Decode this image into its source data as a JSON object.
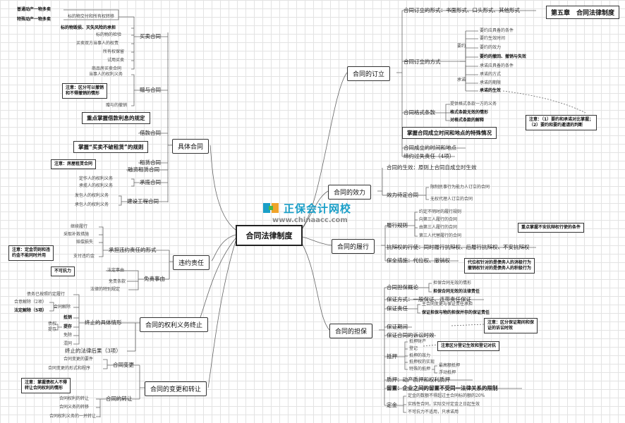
{
  "title": "第五章　合同法律制度",
  "center": "合同法律制度",
  "logo": {
    "text": "正保会计网校",
    "url": "www.chinaacc.com"
  },
  "right": {
    "b1": {
      "label": "合同的订立",
      "c1": "合同订立的形式：书面形式、口头形式、其他形式",
      "c2": "合同订立的方式",
      "yaoyue": "要约",
      "yy": [
        "要约应具备的条件",
        "要约生效时间",
        "要约的效力",
        "要约的撤回、撤销与失效"
      ],
      "chengnuo": "承诺",
      "cn": [
        "承诺应具备的条件",
        "承诺的方式",
        "承诺的期限",
        "承诺的生效"
      ],
      "c3": "合同格式条款",
      "gs": [
        "提供格式条款一方的义务",
        "格式条款无效的情形",
        "对格式条款的解释"
      ],
      "note": [
        "注意：（1）要约和承诺对比掌握；",
        "（2）要约和要约邀请的判断"
      ],
      "box": "掌握合同成立时间和地点的特殊情况",
      "c4": "合同成立的时间和地点",
      "c5": "缔约过失责任（4项）"
    },
    "b2": {
      "label": "合同的效力",
      "c1": "合同的生效：原则上合同自成立时生效",
      "c2": "效力待定合同",
      "x": [
        "限制民事行为能力人订立的合同",
        "无权代理人订立的合同"
      ]
    },
    "b3": {
      "label": "合同的履行",
      "c1": "履行规则",
      "x": [
        "约定不明时的履行规则",
        "向第三人履行的合同",
        "由第三人履行的合同",
        "第三人代替履行的合同"
      ],
      "box1": "重点掌握不安抗辩权行使的条件",
      "c2": "抗辩权的行使：同时履行抗辩权、后履行抗辩权、不安抗辩权",
      "c3": "保全措施：代位权、撤销权",
      "box2": [
        "代位权针对的是债务人的消极行为",
        "撤销权针对的是债务人的积极行为"
      ]
    },
    "b4": {
      "label": "合同的担保",
      "c1": "合同担保概论",
      "g1": [
        "担保合同无效的情形",
        "担保合同无效的法律责任"
      ],
      "c2": "保证方式：一般保证、连带责任保证",
      "c3": "保证责任",
      "g3": [
        "主合同变更与保证责任承担",
        "保证担保与物的担保并存的保证责任"
      ],
      "c4": "保证期间",
      "box1": [
        "注意：区分保证期间和保",
        "证的诉讼时效"
      ],
      "c5": "保证合同的诉讼时效",
      "c6": "抵押",
      "dy": [
        "抵押财产",
        "登记",
        "抵押的效力",
        "抵押权的实现",
        "特殊的抵押"
      ],
      "box2": "注意区分登记生效和登记对抗",
      "ts": [
        "最高额抵押",
        "浮动抵押"
      ],
      "c7": "质押：动产质押和权利质押",
      "c8": "留置：企业之间的留置不受同一法律关系的限制",
      "c9": "定金",
      "dj": [
        "定金的数额不得超过主合同标的额的20%",
        "实践性合同，实际交付定金之日起生效",
        "不可抗力不适用，只承诺用"
      ]
    }
  },
  "left": {
    "b1": {
      "label": "具体合同",
      "top": [
        "普通动产一物多卖",
        "特殊动产一物多卖"
      ],
      "mm": [
        "标的物交付和所有权转移",
        "标的物毁损、灭失风险的承担",
        "标的物的检验",
        "买卖双方当事人的权责",
        "所有权保留",
        "试用买卖",
        "商品房买卖合同"
      ],
      "mm_label": "买卖合同",
      "zy_top": "当事人的权利义务",
      "zy_box": [
        "注意：区分可以撤销",
        "和不得撤销的情形"
      ],
      "zy_bottom": "赠与的撤销",
      "zy_label": "赠与合同",
      "box_jk": "重点掌握借款利息的规定",
      "jk_label": "借款合同",
      "box_zl": "掌握“买卖不破租赁”的规则",
      "box_fw": "注意：房屋租赁合同",
      "zl_label": "租赁合同",
      "rz_label": "融资租赁合同",
      "cl": [
        "定作人的权利义务",
        "承揽人的权利义务"
      ],
      "cl_label": "承揽合同",
      "jz": [
        "发包人的权利义务",
        "承包人的权利义务"
      ],
      "jz_label": "建设工程合同"
    },
    "b2": {
      "label": "违约责任",
      "wy": [
        "继续履行",
        "采取补救措施",
        "赔偿损失",
        "支付违约金"
      ],
      "box_dj": [
        "注意：定金罚则和违",
        "约金不能同时并用"
      ],
      "wy_label": "承担违约责任的形式",
      "box_bk": "不可抗力",
      "mz": [
        "法定事由",
        "免责条款",
        "法律的特别规定"
      ],
      "mz_label": "免责事由"
    },
    "b3": {
      "label": "合同的权利义务终止",
      "zz": [
        "债务已按照约定履行",
        "合意解除（2项）",
        "法定解除（5项）",
        "抵销",
        "提存",
        "免除",
        "混同"
      ],
      "jc_label": "合同解除",
      "tc_sub": [
        "债权",
        "提存"
      ],
      "zz_label": "终止的具体情形",
      "hg": "终止的法律后果（3项）"
    },
    "b4": {
      "label": "合同的变更和转让",
      "bg": [
        "合同变更的要件",
        "合同变更的形式和程序"
      ],
      "bg_label": "合同变更",
      "box_zr": [
        "注意：掌握债权人不得",
        "转让合同权利的情形"
      ],
      "zr": [
        "合同权利的转让",
        "合同义务的转移",
        "合同权利义务的一并转让"
      ],
      "zr_label": "合同的转让"
    }
  }
}
